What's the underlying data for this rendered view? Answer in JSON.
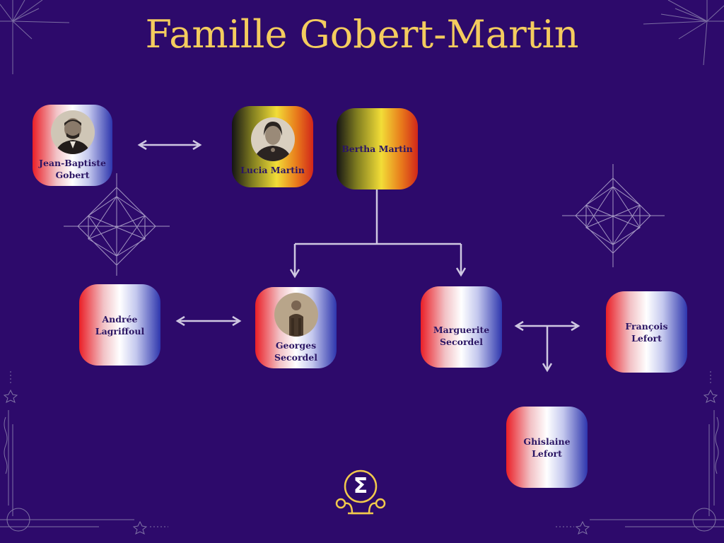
{
  "title": "Famille Gobert-Martin",
  "colors": {
    "background": "#2d0a6b",
    "title": "#f4cc5e",
    "connector": "#cfc8e2",
    "logo": "#f2c94c",
    "ornament": "#8f86b0"
  },
  "people": {
    "jean_baptiste": {
      "line1": "Jean-Baptiste",
      "line2": "Gobert"
    },
    "lucia": {
      "name": "Lucia Martin"
    },
    "bertha": {
      "name": "Bertha Martin"
    },
    "andree": {
      "name": "Andrée Lagriffoul"
    },
    "georges": {
      "name": "Georges Secordel"
    },
    "marguerite": {
      "line1": "Marguerite",
      "line2": "Secordel"
    },
    "francois": {
      "name": "François Lefort"
    },
    "ghislaine": {
      "name": "Ghislaine Lefort"
    }
  },
  "logo": {
    "glyph": "Σ"
  }
}
